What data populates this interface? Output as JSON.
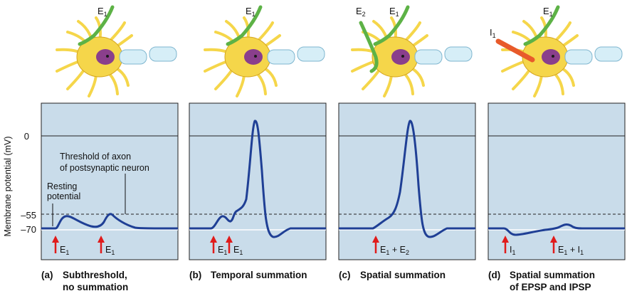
{
  "y_axis": {
    "title": "Membrane potential (mV)",
    "ticks": [
      "0",
      "–55",
      "–70"
    ]
  },
  "annotations": {
    "threshold_line1": "Threshold of axon",
    "threshold_line2": "of postsynaptic neuron",
    "resting_line1": "Resting",
    "resting_line2": "potential"
  },
  "panels": [
    {
      "tag": "(a)",
      "caption_line1": "Subthreshold,",
      "caption_line2": "no summation",
      "neuron_labels": [
        "E",
        "1"
      ],
      "stimuli": [
        {
          "name": "E",
          "sub": "1"
        },
        {
          "name": "E",
          "sub": "1"
        }
      ]
    },
    {
      "tag": "(b)",
      "caption_line1": "Temporal summation",
      "caption_line2": "",
      "neuron_labels": [
        "E",
        "1"
      ],
      "stimuli": [
        {
          "name": "E",
          "sub": "1"
        },
        {
          "name": "E",
          "sub": "1"
        }
      ]
    },
    {
      "tag": "(c)",
      "caption_line1": "Spatial summation",
      "caption_line2": "",
      "neuron_labels": [
        "E",
        "2",
        "E",
        "1"
      ],
      "stimuli": [
        {
          "text": "E",
          "sub1": "1",
          "mid": " + E",
          "sub2": "2"
        }
      ]
    },
    {
      "tag": "(d)",
      "caption_line1": "Spatial summation",
      "caption_line2": "of EPSP and IPSP",
      "neuron_labels": [
        "I",
        "1",
        "E",
        "1"
      ],
      "stimuli": [
        {
          "name": "I",
          "sub": "1"
        },
        {
          "text": "E",
          "sub1": "1",
          "mid": " + I",
          "sub2": "1"
        }
      ]
    }
  ],
  "colors": {
    "panel_bg": "#c9dcea",
    "trace": "#1f3f95",
    "arrow": "#e01b1b",
    "soma": "#f5d64a",
    "nucleus": "#8a3f8c",
    "excitatory_axon": "#5db246",
    "inhibitory_axon": "#e85a2a",
    "myelin": "#d6eef7"
  }
}
